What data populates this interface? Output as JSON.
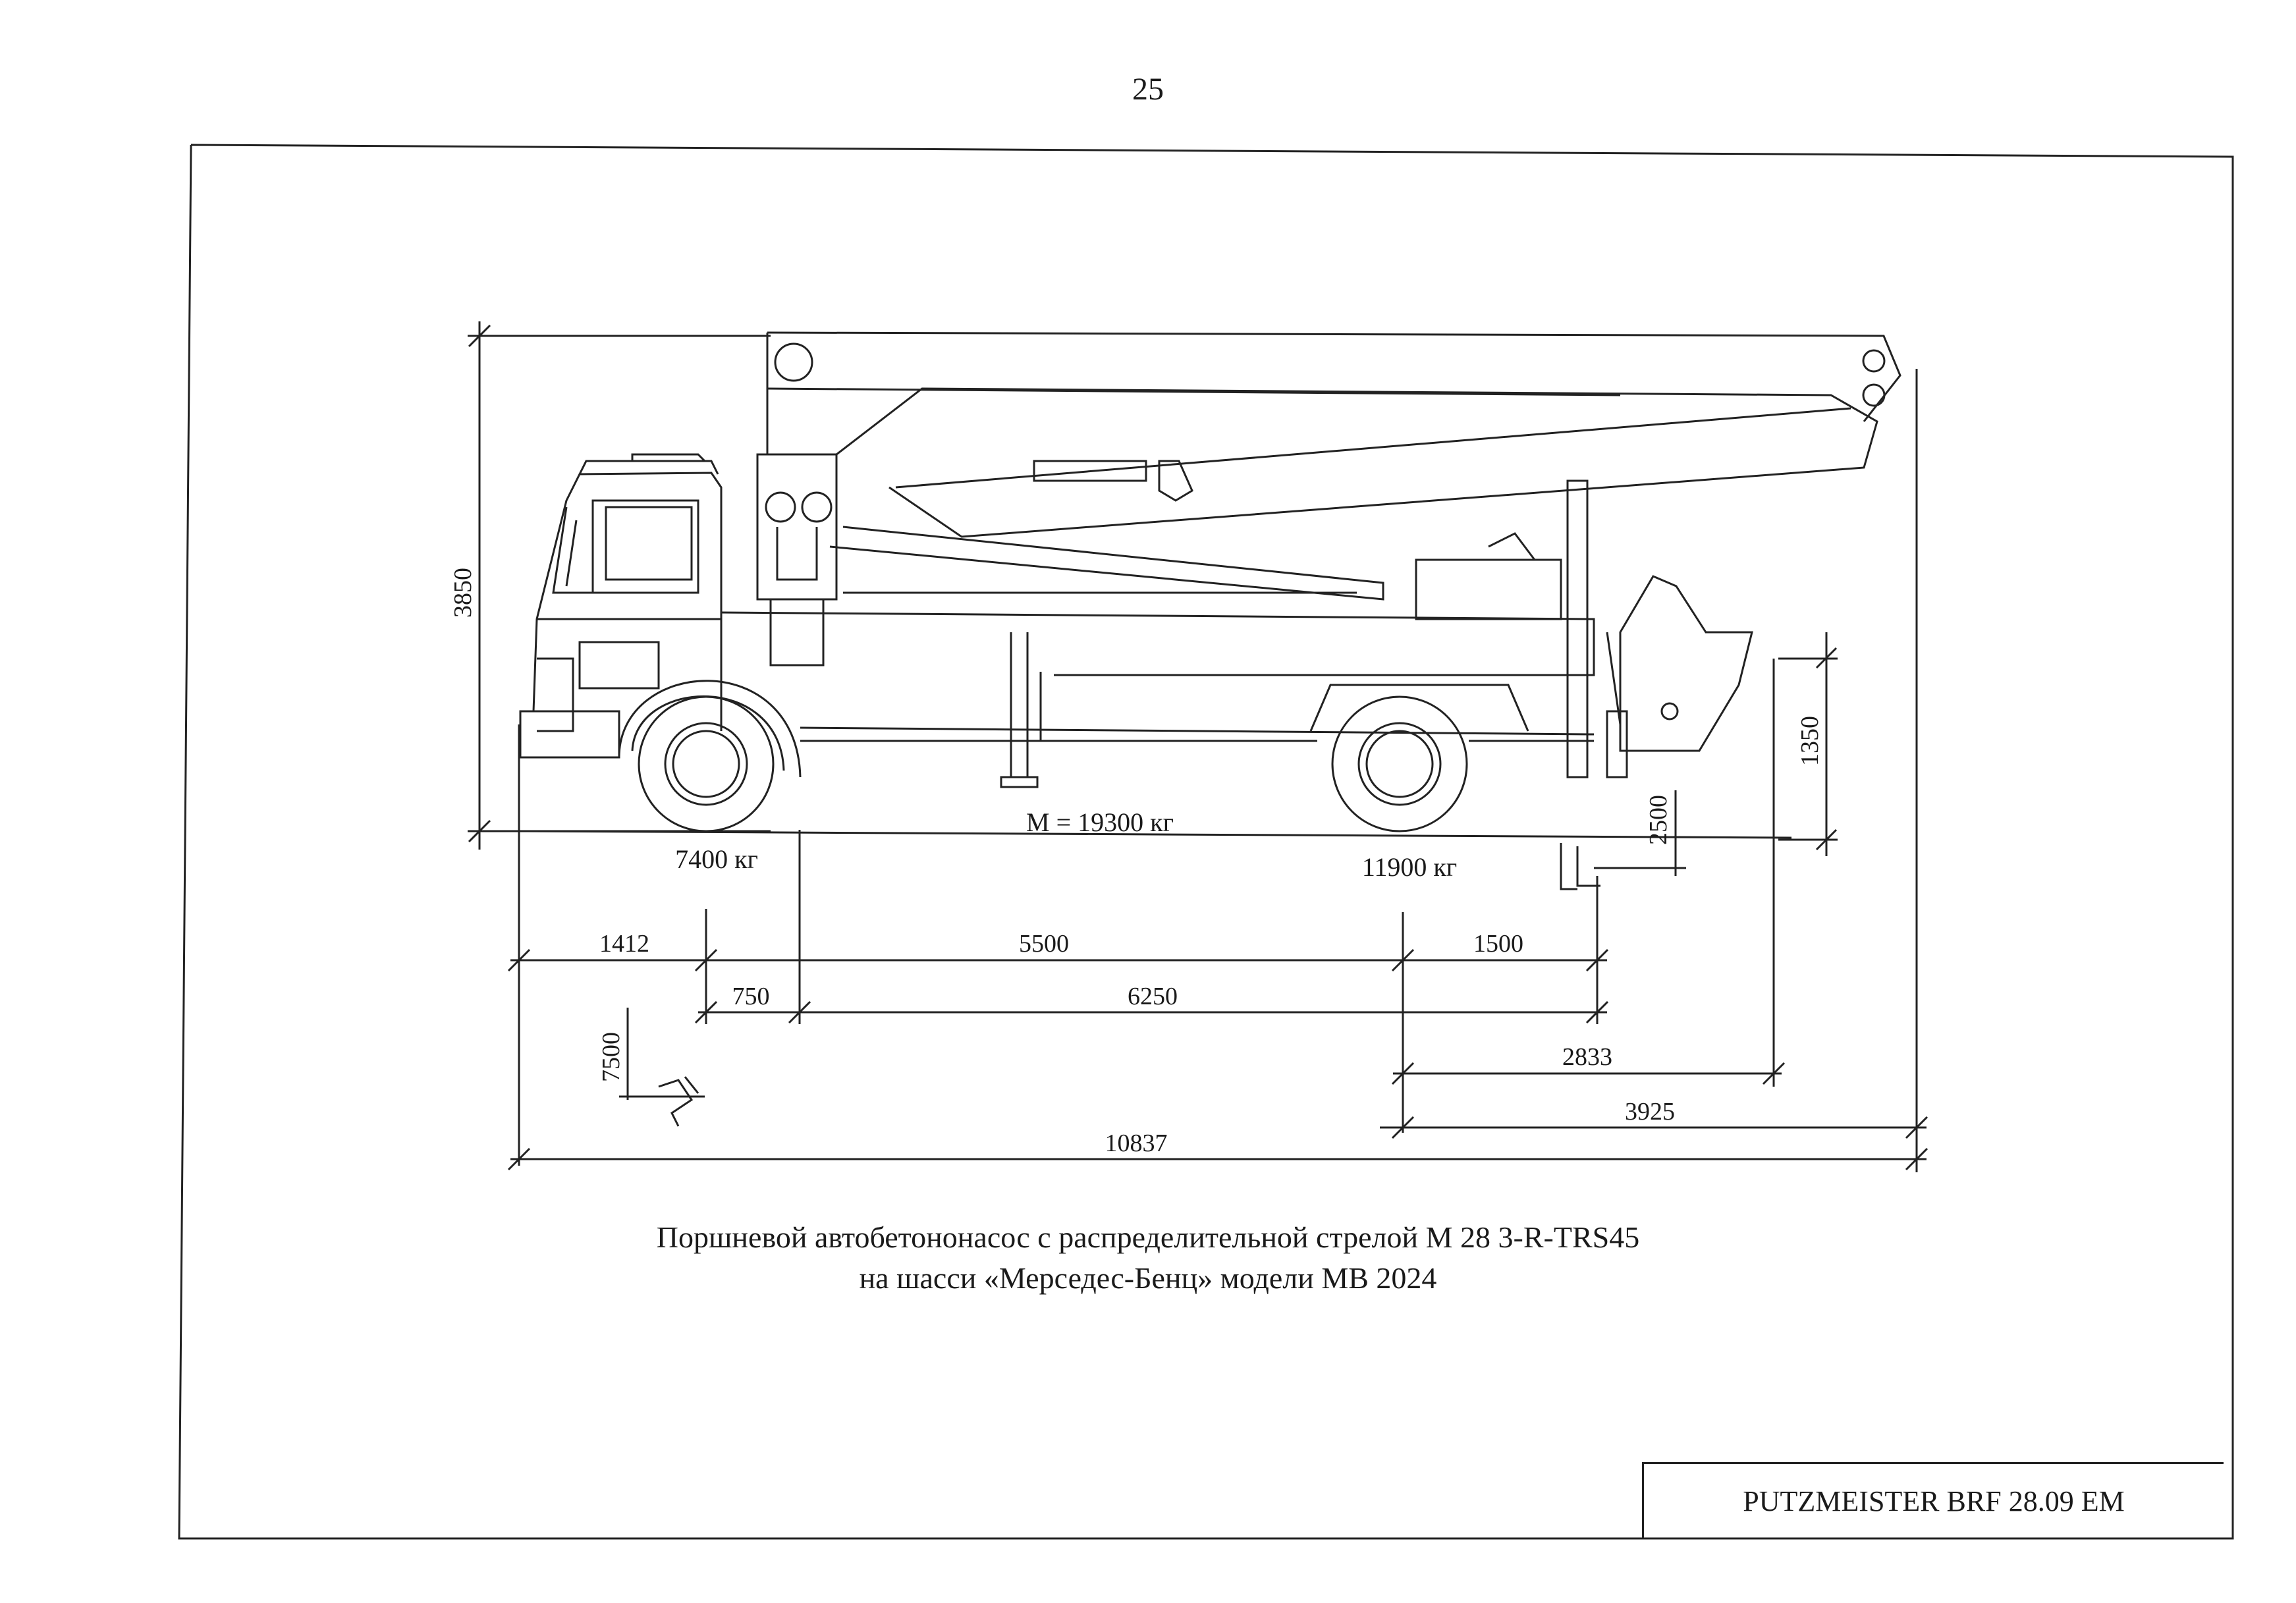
{
  "page_number": "25",
  "caption": {
    "line1": "Поршневой автобетононасос с распределительной стрелой М 28 3-R-TRS45",
    "line2": "на шасси «Мерседес-Бенц» модели МВ 2024"
  },
  "title_block": "PUTZMEISTER BRF 28.09 EM",
  "dimensions": {
    "height_total": "3850",
    "outrigger_height": "1350",
    "outrigger_depth": "2500",
    "front_overhang": "1412",
    "wheelbase": "5500",
    "rear_overhang": "1500",
    "front_outrigger_offset": "750",
    "outrigger_spread": "6250",
    "rear_outrigger_offset": "2833",
    "rear_length": "3925",
    "overall_length": "10837",
    "front_outrigger_width": "7500"
  },
  "masses": {
    "total": "M = 19300 кг",
    "front_axle": "7400 кг",
    "rear_axle": "11900 кг"
  }
}
